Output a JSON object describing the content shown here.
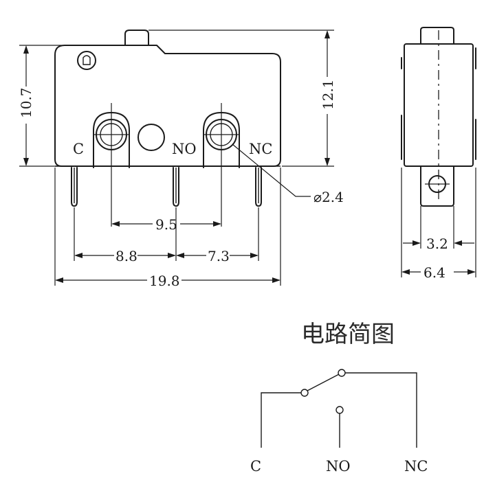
{
  "terminals": {
    "c": "C",
    "no": "NO",
    "nc": "NC"
  },
  "dimensions": {
    "height_body": "10.7",
    "height_total": "12.1",
    "pin_pitch_c_nc": "9.5",
    "c_to_no": "8.8",
    "no_to_nc": "7.3",
    "length": "19.8",
    "hole_diameter": "⌀2.4",
    "side_pin_width": "3.2",
    "side_thickness": "6.4"
  },
  "circuit": {
    "title": "电路简图",
    "labels": {
      "c": "C",
      "no": "NO",
      "nc": "NC"
    }
  }
}
